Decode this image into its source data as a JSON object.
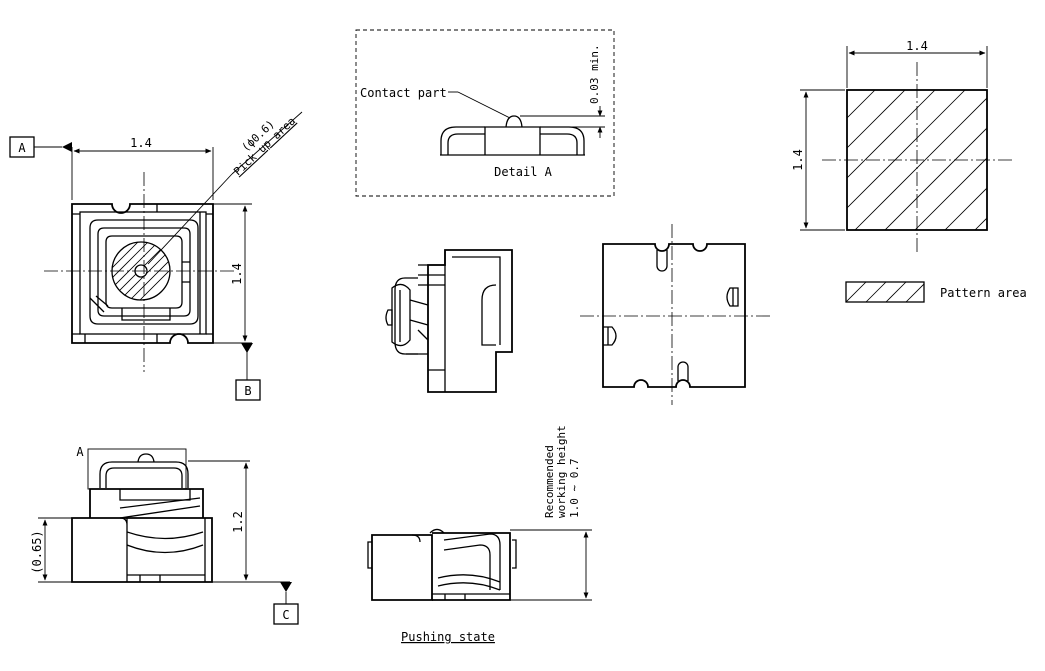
{
  "labels": {
    "datum_a": "A",
    "datum_b": "B",
    "datum_c": "C",
    "detail_ref": "A",
    "top_width": "1.4",
    "top_height": "1.4",
    "pickup_dia": "(ϕ0.6)",
    "pickup_area": "Pick up area",
    "contact_part": "Contact part",
    "contact_min": "0.03 min.",
    "detail_a": "Detail A",
    "pad_width": "1.4",
    "pad_height": "1.4",
    "pattern_area": "Pattern area",
    "side_height": "1.2",
    "side_base": "(0.65)",
    "rec_line1": "Recommended",
    "rec_line2": "working height",
    "rec_line3": "1.0 ∼ 0.7",
    "pushing_state": "Pushing state"
  }
}
